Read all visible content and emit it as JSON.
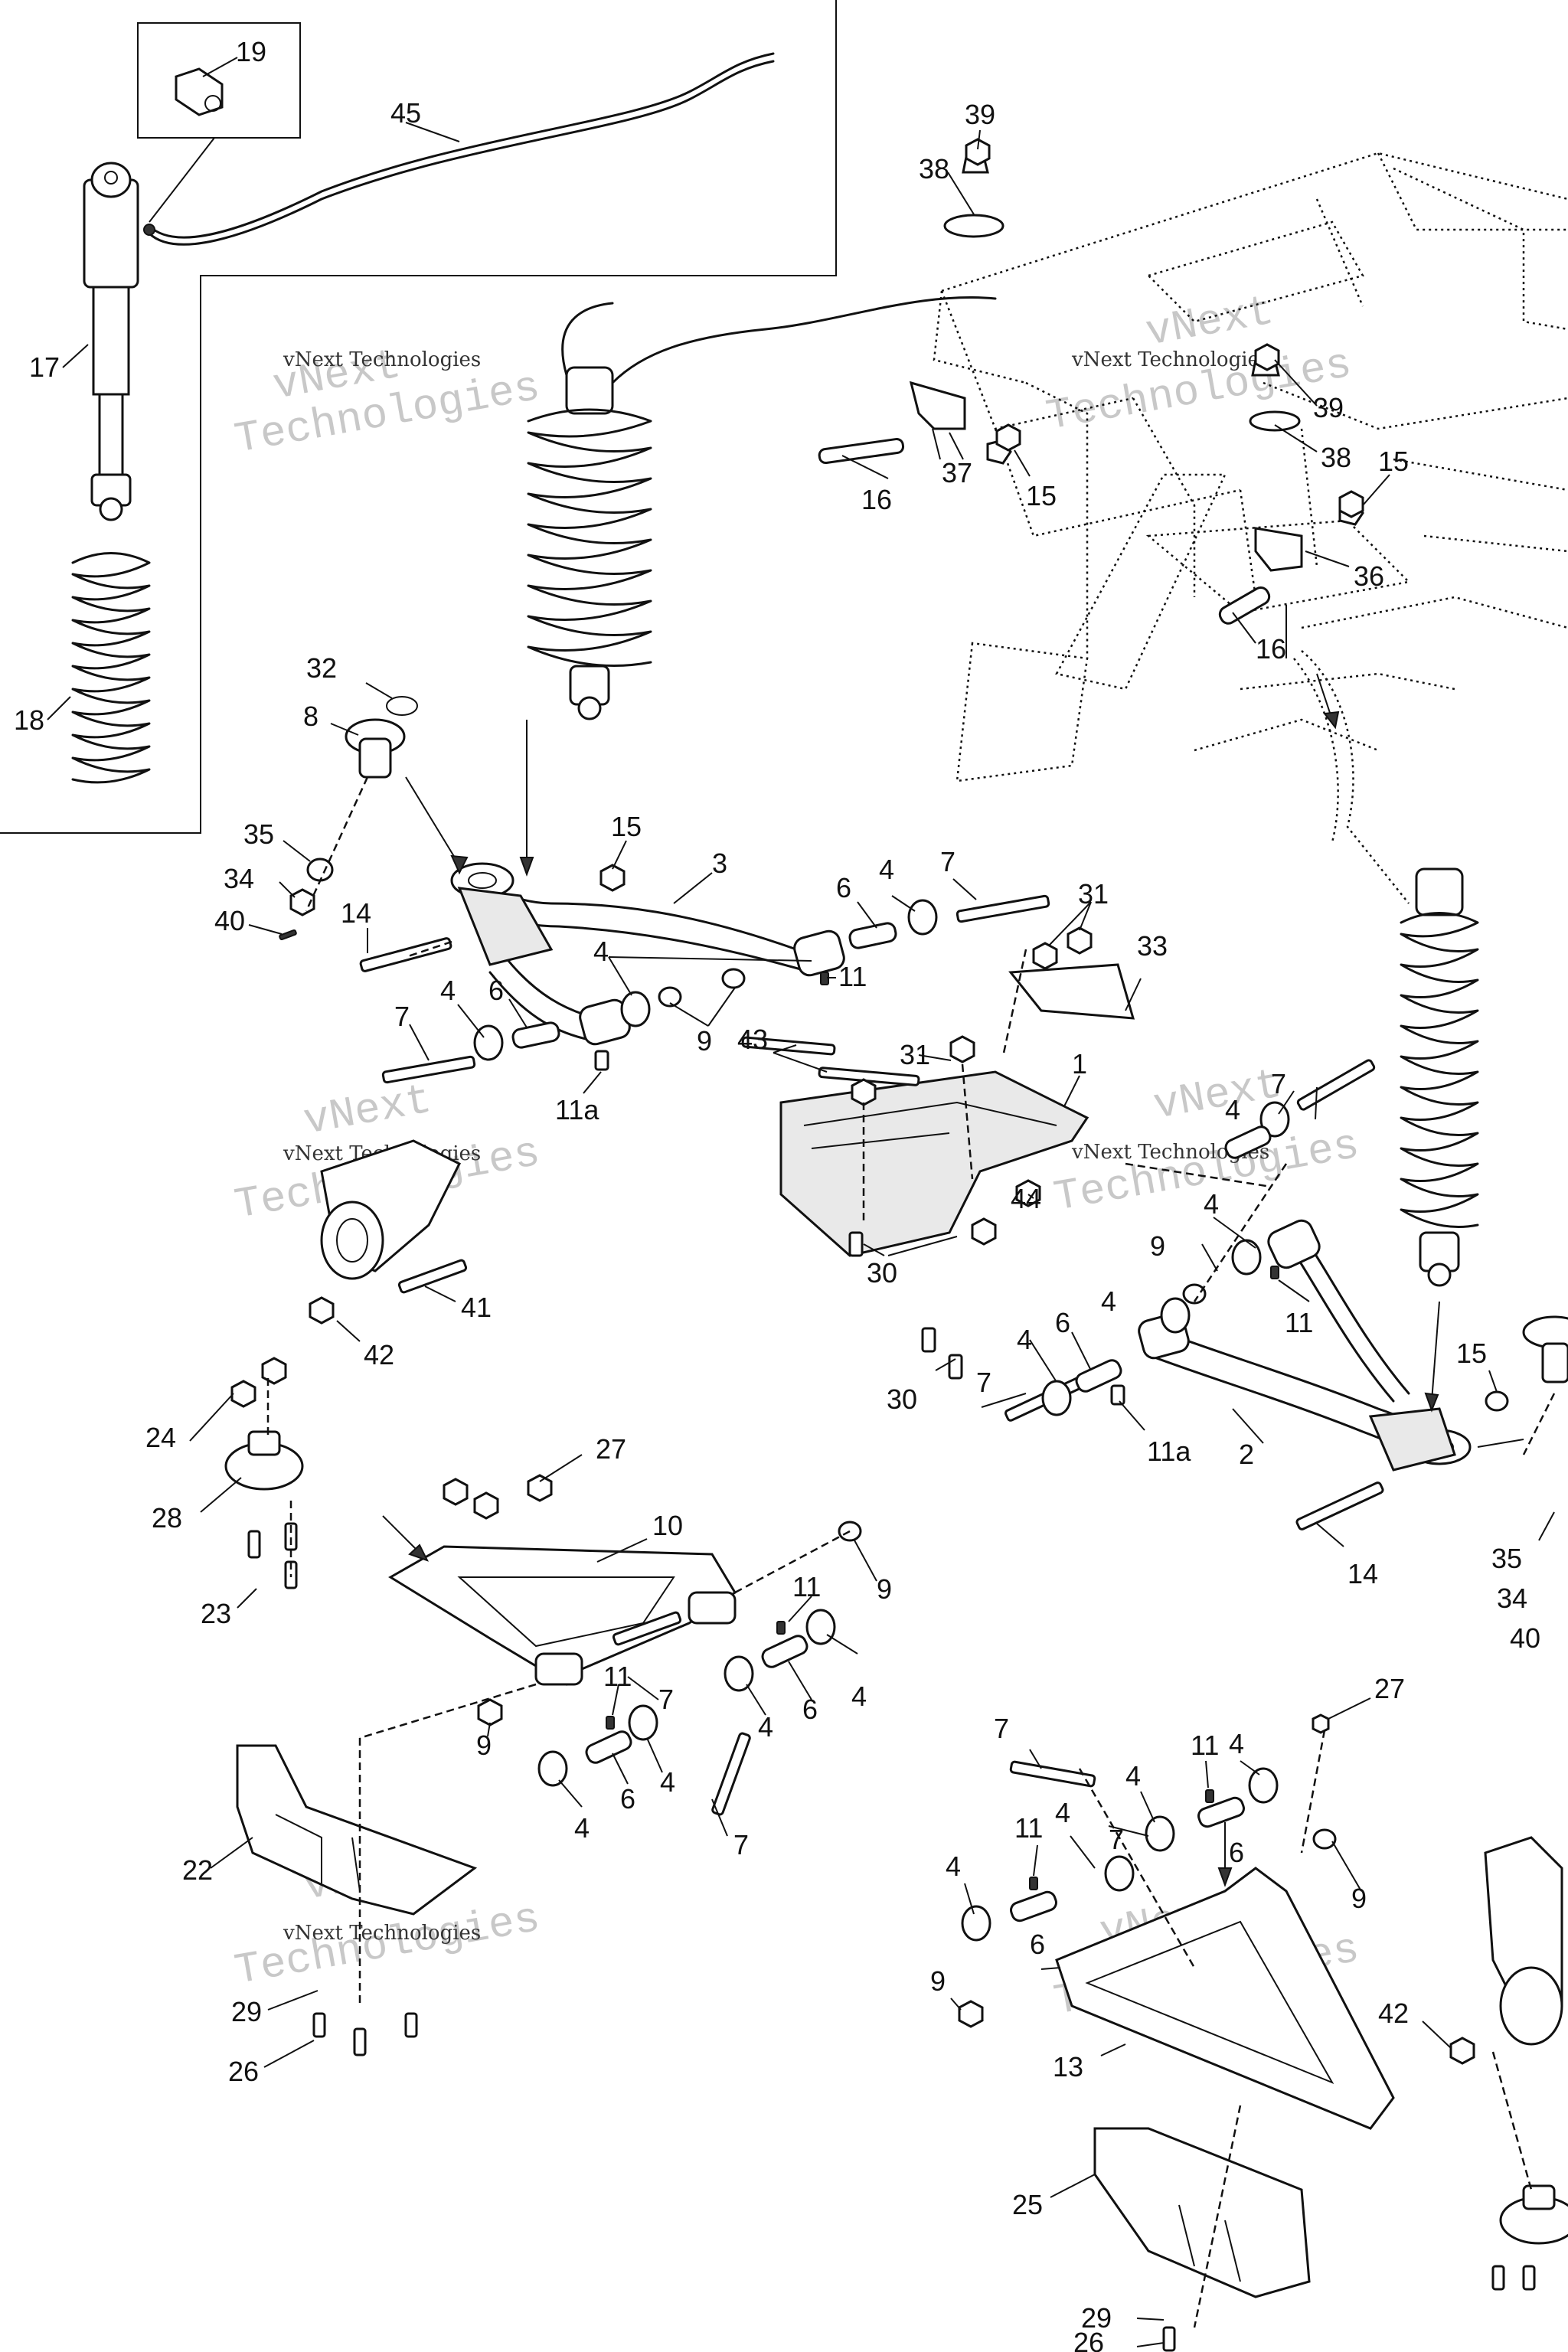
{
  "watermark": {
    "line1": "vNext",
    "line2": "Technologies",
    "small": "vNext Technologies"
  },
  "callouts": {
    "c19": "19",
    "c45": "45",
    "c17": "17",
    "c18": "18",
    "c39a": "39",
    "c38a": "38",
    "c39b": "39",
    "c38b": "38",
    "c16a": "16",
    "c37": "37",
    "c15a": "15",
    "c15b": "15",
    "c36": "36",
    "c16b": "16",
    "c32": "32",
    "c8": "8",
    "c35a": "35",
    "c34a": "34",
    "c40a": "40",
    "c15c": "15",
    "c3": "3",
    "c6a": "6",
    "c4a": "4",
    "c7a": "7",
    "c31a": "31",
    "c14a": "14",
    "c4b": "4",
    "c11a": "11",
    "c33": "33",
    "c7b": "7",
    "c4c": "4",
    "c6b": "6",
    "c9a": "9",
    "c43": "43",
    "c31b": "31",
    "c1": "1",
    "c11aa": "11a",
    "c44": "44",
    "c30a": "30",
    "c41": "41",
    "c42a": "42",
    "c7c": "7",
    "c4d": "4",
    "c4e": "4",
    "c9b": "9",
    "c11b": "11",
    "c4f": "4",
    "c4g": "4",
    "c6c": "6",
    "c30b": "30",
    "c7d": "7",
    "c11ab": "11a",
    "c2": "2",
    "c15d": "15",
    "c14b": "14",
    "c35b": "35",
    "c34b": "34",
    "c40b": "40",
    "c24": "24",
    "c27a": "27",
    "c28": "28",
    "c10": "10",
    "c9c": "9",
    "c23": "23",
    "c11c": "11",
    "c11d": "11",
    "c7e": "7",
    "c6d": "6",
    "c4h": "4",
    "c4i": "4",
    "c9d": "9",
    "c6e": "6",
    "c4j": "4",
    "c4k": "4",
    "c7f": "7",
    "c22": "22",
    "c29a": "29",
    "c26a": "26",
    "c7g": "7",
    "c27b": "27",
    "c11e": "11",
    "c4l": "4",
    "c4m": "4",
    "c11f": "11",
    "c4n": "4",
    "c7h": "7",
    "c6f": "6",
    "c4o": "4",
    "c9e": "9",
    "c6g": "6",
    "c9f": "9",
    "c42b": "42",
    "c13": "13",
    "c25": "25",
    "c29b": "29",
    "c26b": "26"
  }
}
